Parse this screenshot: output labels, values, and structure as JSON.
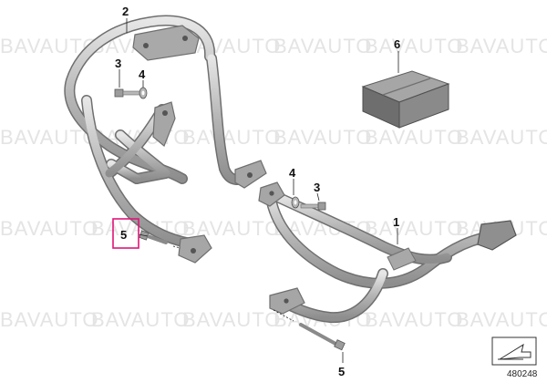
{
  "watermark": "BAVAUTO",
  "diagram_number": "480248",
  "callouts": {
    "c2": "2",
    "c3a": "3",
    "c4a": "4",
    "c6": "6",
    "c4b": "4",
    "c3b": "3",
    "c1": "1",
    "c5a": "5",
    "c5b": "5"
  },
  "highlight_color": "#e0157a",
  "part_color": "#b9b9b9"
}
